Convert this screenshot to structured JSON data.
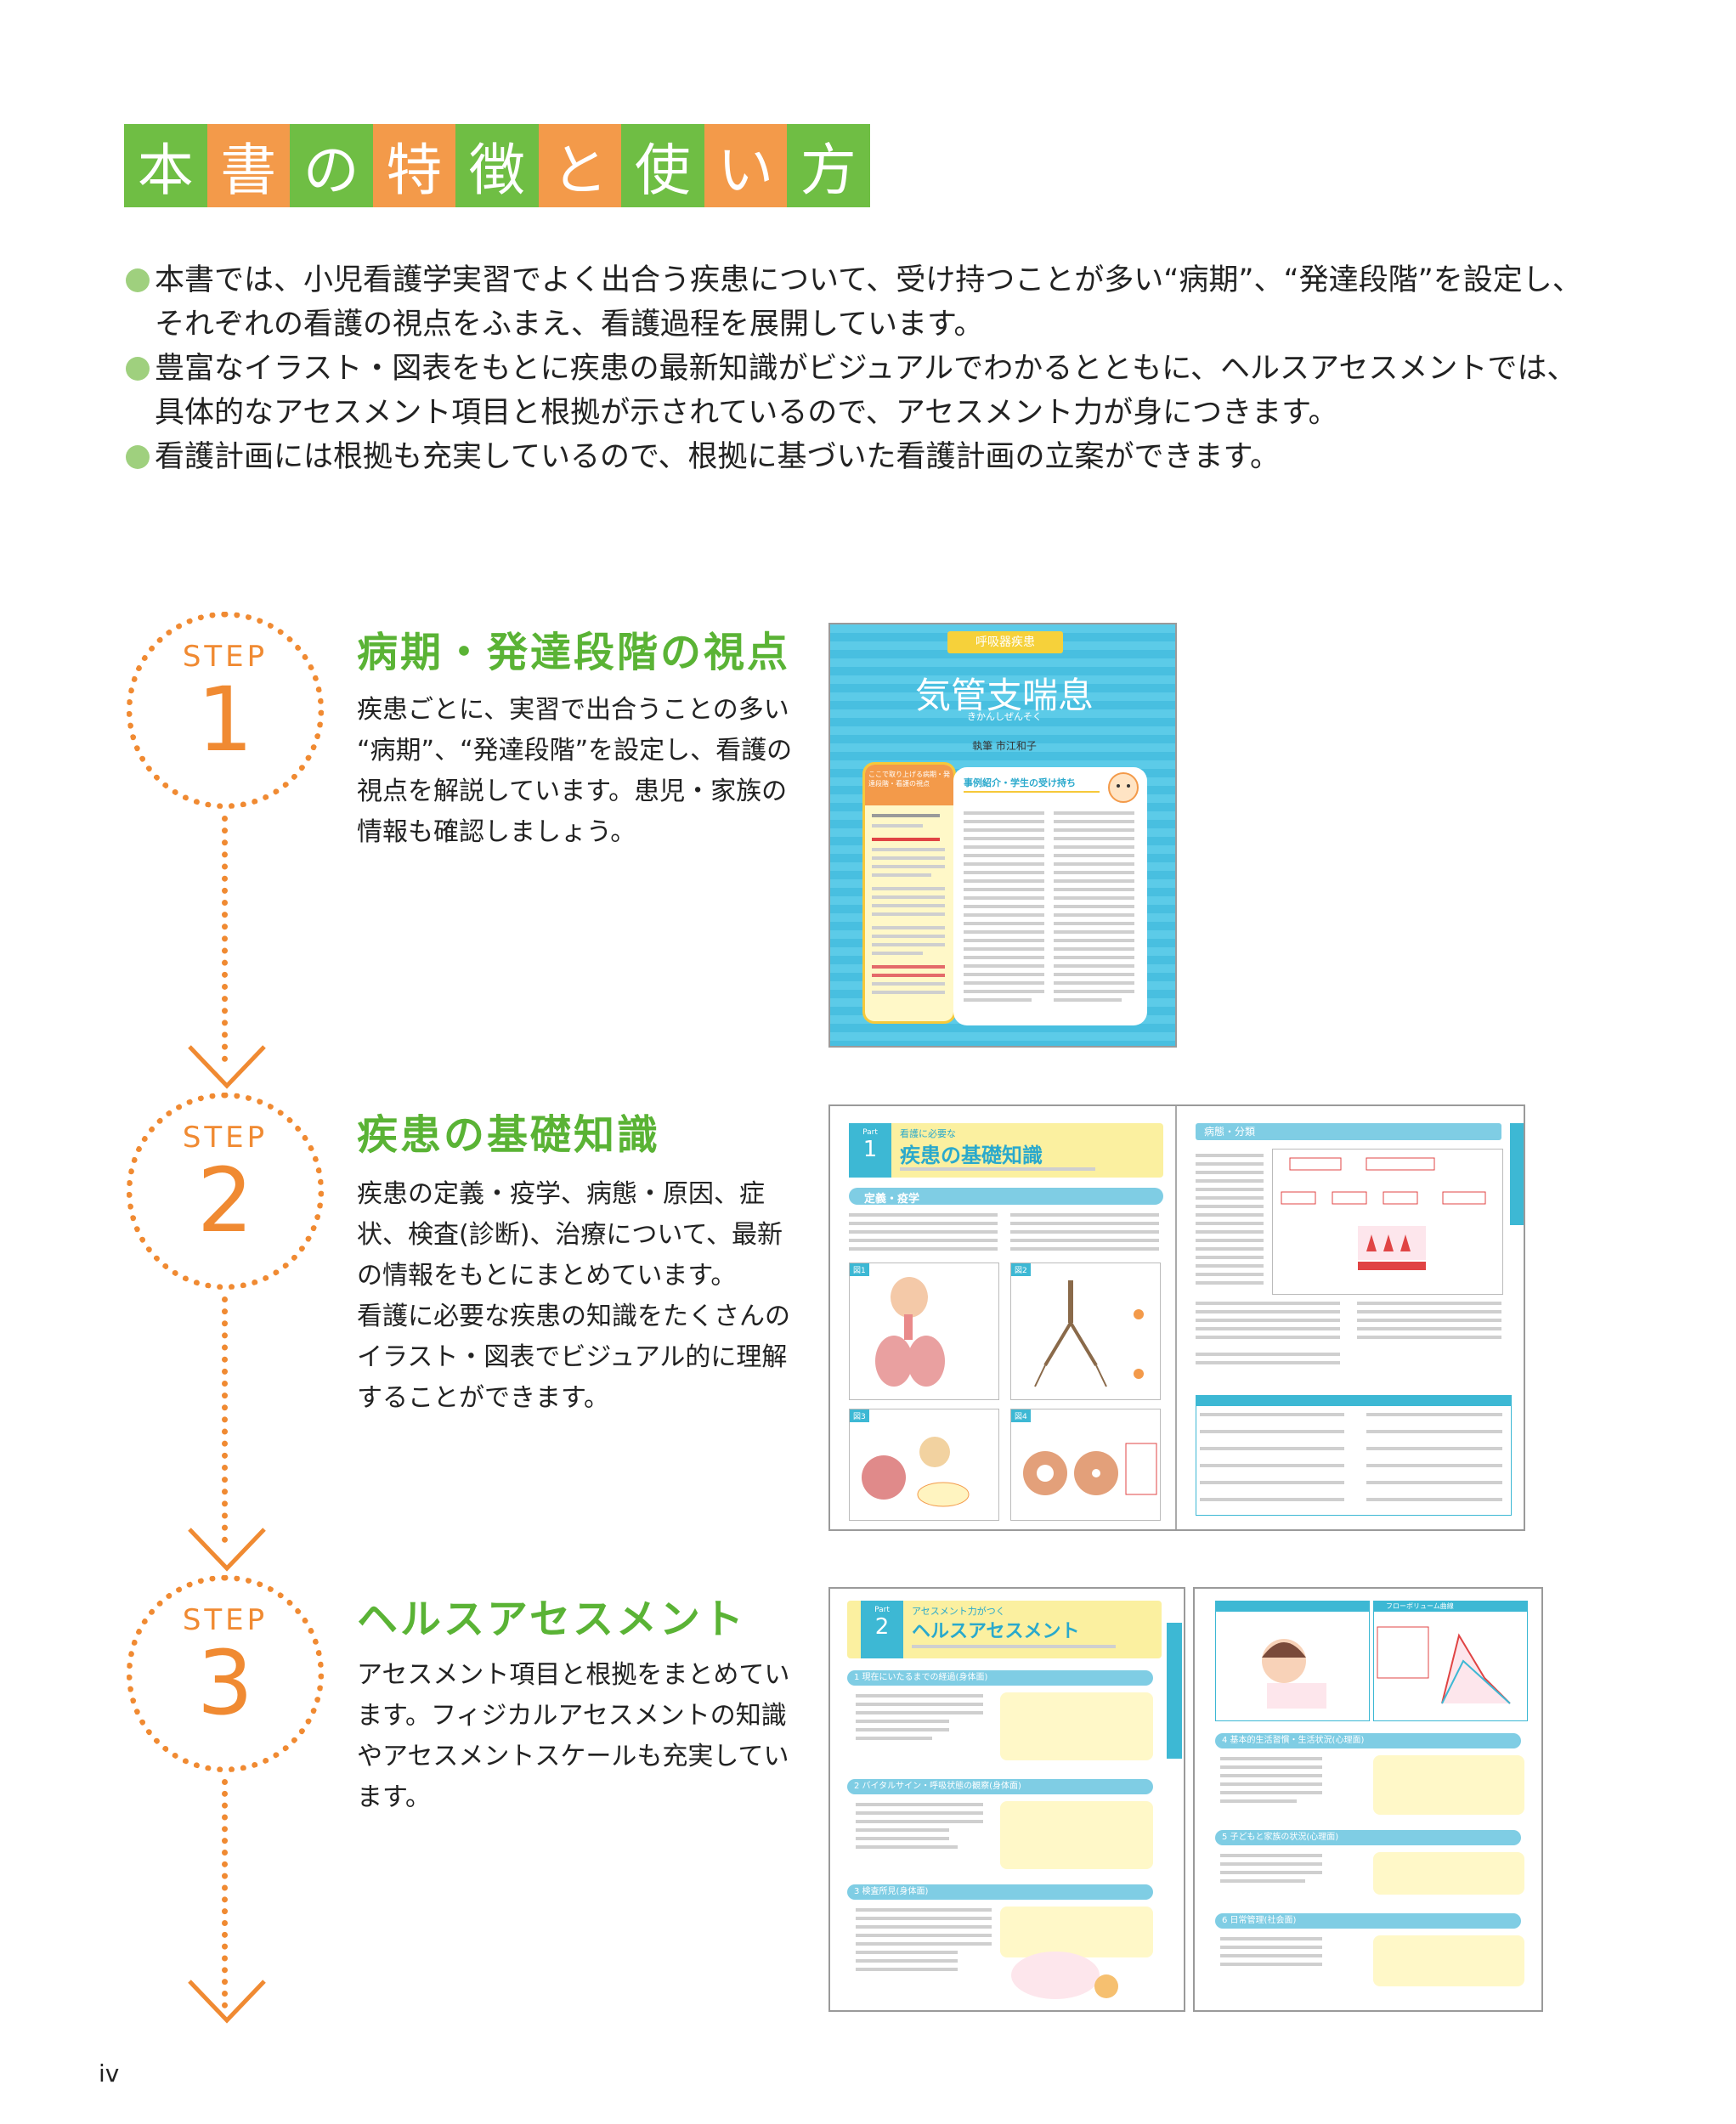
{
  "header": {
    "title_chars": [
      "本",
      "書",
      "の",
      "特",
      "徴",
      "と",
      "使",
      "い",
      "方"
    ]
  },
  "intro": {
    "lines": [
      "本書では、小児看護学実習でよく出合う疾患について、受け持つことが多い“病期”、“発達段階”を設定し、",
      "それぞれの看護の視点をふまえ、看護過程を展開しています。",
      "豊富なイラスト・図表をもとに疾患の最新知識がビジュアルでわかるとともに、ヘルスアセスメントでは、",
      "具体的なアセスメント項目と根拠が示されているので、アセスメント力が身につきます。",
      "看護計画には根拠も充実しているので、根拠に基づいた看護計画の立案ができます。"
    ]
  },
  "steps": [
    {
      "label": "STEP",
      "number": "1",
      "title": "病期・発達段階の視点",
      "text": [
        "疾患ごとに、実習で出合うことの多い",
        "“病期”、“発達段階”を設定し、看護の",
        "視点を解説しています。患児・家族の",
        "情報も確認しましょう。"
      ]
    },
    {
      "label": "STEP",
      "number": "2",
      "title": "疾患の基礎知識",
      "text": [
        "疾患の定義・疫学、病態・原因、症",
        "状、検査(診断)、治療について、最新",
        "の情報をもとにまとめています。",
        "看護に必要な疾患の知識をたくさんの",
        "イラスト・図表でビジュアル的に理解",
        "することができます。"
      ]
    },
    {
      "label": "STEP",
      "number": "3",
      "title": "ヘルスアセスメント",
      "text": [
        "アセスメント項目と根拠をまとめてい",
        "ます。フィジカルアセスメントの知識",
        "やアセスメントスケールも充実してい",
        "ます。"
      ]
    }
  ],
  "thumb1": {
    "tag": "呼吸器疾患",
    "title": "気管支喘息",
    "reading": "きかんしぜんそく",
    "author": "執筆 市江和子",
    "side_heading": "ここで取り上げる病期・発達段階・看護の視点",
    "case_heading": "事例紹介・学生の受け持ち"
  },
  "thumb2": {
    "part_label": "Part",
    "part_number": "1",
    "part_pre": "看護に必要な",
    "part_title": "疾患の基礎知識",
    "section1": "定義・疫学",
    "right_heading": "病態・分類",
    "fig1": "図1",
    "fig2": "図2",
    "fig3": "図3",
    "fig4": "図4"
  },
  "thumb3": {
    "part_label": "Part",
    "part_number": "2",
    "part_pre": "アセスメント力がつく",
    "part_title": "ヘルスアセスメント",
    "s1": "1 現在にいたるまでの経過(身体面)",
    "s2": "2 バイタルサイン・呼吸状態の観察(身体面)",
    "s3": "3 検査所見(身体面)",
    "s4": "4 基本的生活習慣・生活状況(心理面)",
    "s5": "5 子どもと家族の状況(心理面)",
    "s6": "6 日常管理(社会面)",
    "fig": "フローボリューム曲線"
  },
  "footer": {
    "page": "iv"
  },
  "colors": {
    "green": "#6fbe44",
    "orange": "#f39a4a",
    "step_orange": "#f08a32",
    "title_green": "#5ab335",
    "cyan": "#3db8d4"
  }
}
